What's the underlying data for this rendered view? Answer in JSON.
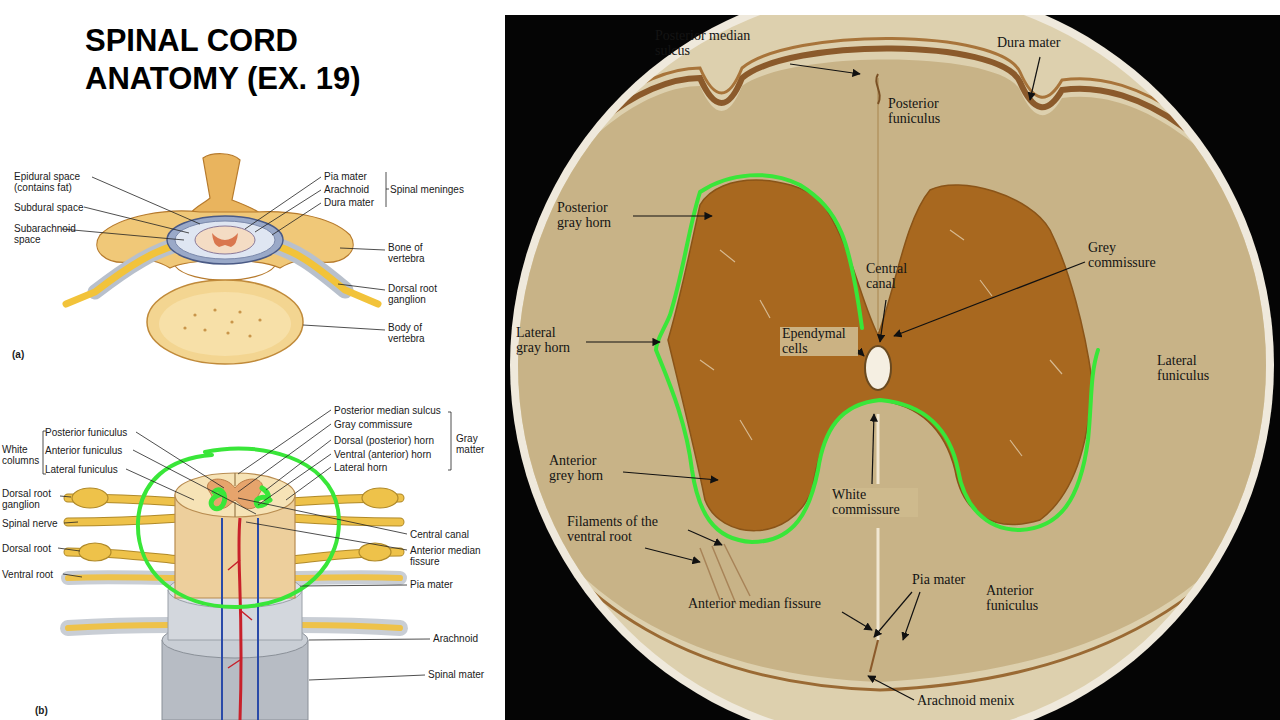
{
  "diagram": {
    "title": "SPINAL CORD ANATOMY (EX. 19)",
    "labels": [
      "Epidural space (contains fat)",
      "Subdural space",
      "Subarachnoid space",
      "Pia mater",
      "Arachnoid",
      "Dura mater",
      "Spinal meninges",
      "Bone of vertebra",
      "Dorsal root ganglion",
      "Body of vertebra",
      "(a)",
      "Posterior funiculus",
      "Anterior funiculus",
      "Lateral funiculus",
      "White columns",
      "Dorsal root ganglion",
      "Spinal nerve",
      "Dorsal root",
      "Ventral root",
      "Posterior median sulcus",
      "Gray commissure",
      "Dorsal (posterior) horn",
      "Ventral (anterior) horn",
      "Lateral horn",
      "Gray matter",
      "Central canal",
      "Anterior median fissure",
      "Pia mater",
      "Arachnoid",
      "Spinal mater",
      "(b)",
      "Posterior median sulcus",
      "Dura mater",
      "Posterior funiculus",
      "Posterior gray horn",
      "Central canal",
      "Grey commissure",
      "Lateral gray horn",
      "Ependymal cells",
      "Lateral funiculus",
      "Anterior grey horn",
      "White commissure",
      "Filaments of the ventral root",
      "Pia mater",
      "Anterior median fissure",
      "Anterior funiculus",
      "Arachnoid menix"
    ]
  }
}
